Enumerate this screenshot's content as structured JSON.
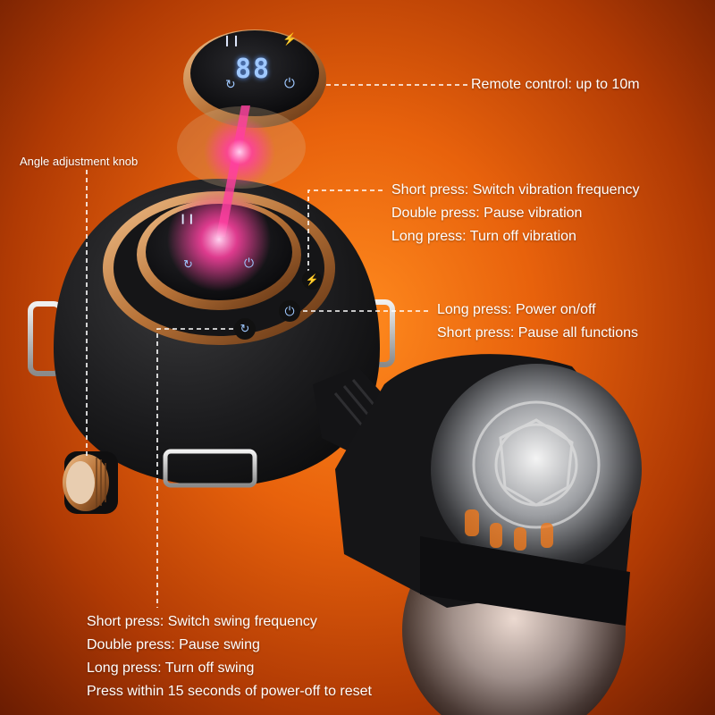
{
  "colors": {
    "background": "#e8620c",
    "device_body": "#1c1c1e",
    "bronze_trim": "#c88a4e",
    "glow": "#ff3fa0",
    "display_digits": "#9fc8ff"
  },
  "device": {
    "remote_display": "88",
    "icons": [
      "pause-icon",
      "lightning-icon",
      "power-icon",
      "swing-icon"
    ]
  },
  "annotations": {
    "remote": "Remote control: up to 10m",
    "knob": "Angle adjustment knob",
    "vibration_button": [
      "Short press: Switch vibration frequency",
      "Double press: Pause vibration",
      "Long press: Turn off vibration"
    ],
    "power_button": [
      "Long press: Power on/off",
      "Short press: Pause all functions"
    ],
    "swing_button": [
      "Short press: Switch swing frequency",
      "Double press: Pause swing",
      "Long press: Turn off swing",
      "Press within 15 seconds of power-off to reset"
    ]
  }
}
